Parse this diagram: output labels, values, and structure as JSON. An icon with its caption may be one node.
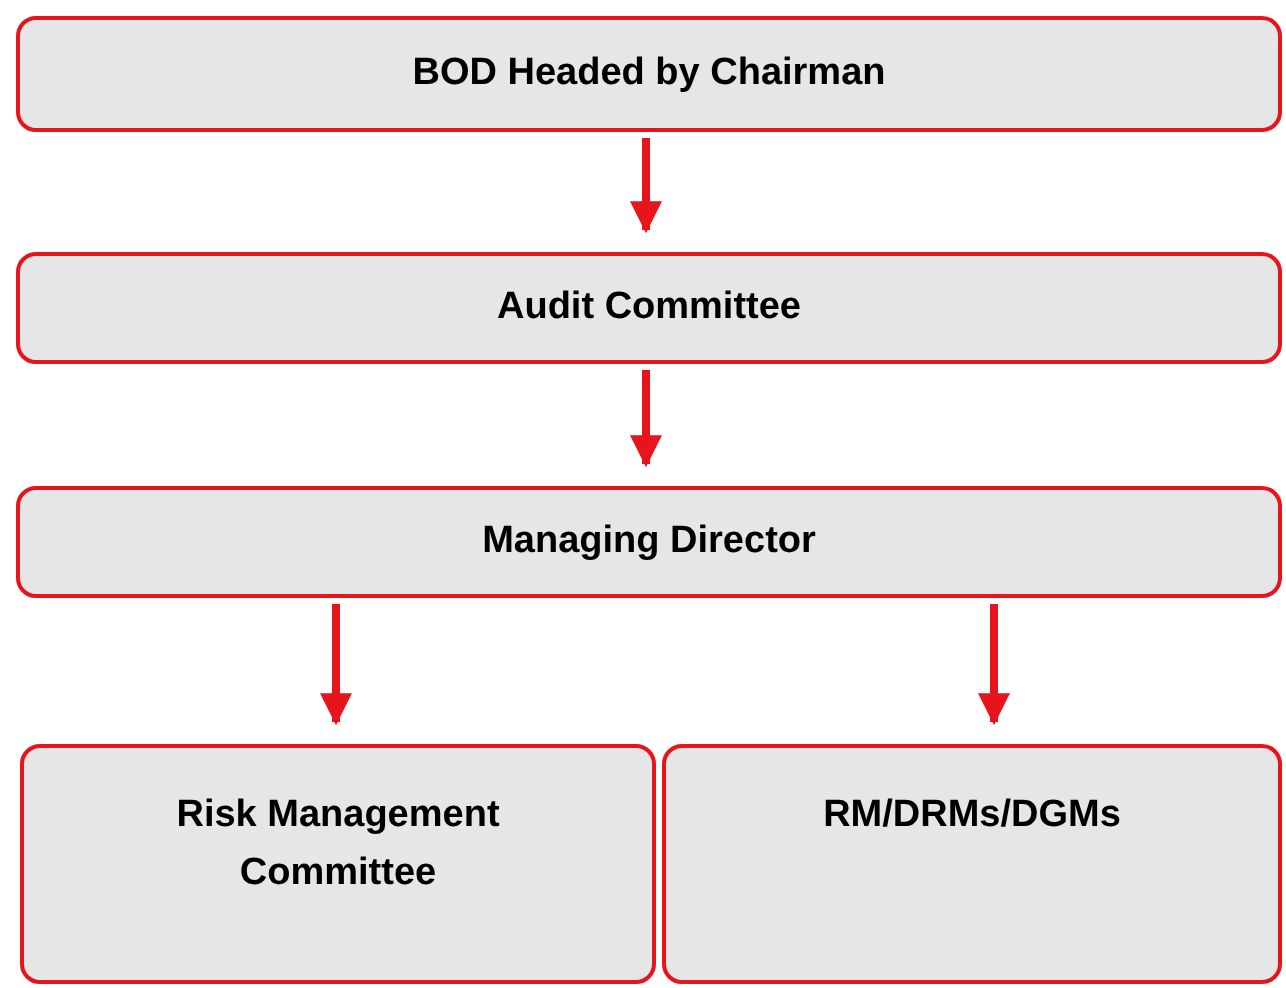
{
  "diagram": {
    "nodes": [
      {
        "text": [
          "BOD Headed by Chairman"
        ]
      },
      {
        "text": [
          "Audit Committee"
        ]
      },
      {
        "text": [
          "Managing Director"
        ]
      },
      {
        "text": [
          "Risk Management Committee"
        ]
      },
      {
        "text": [
          "RM/DRMs/DGMs"
        ]
      }
    ],
    "edges": [
      {
        "from": 0,
        "to": 1,
        "arrow": "to"
      },
      {
        "from": 1,
        "to": 2,
        "arrow": "to"
      },
      {
        "from": 2,
        "to": 3,
        "arrow": "to"
      },
      {
        "from": 2,
        "to": 4,
        "arrow": "to"
      }
    ]
  }
}
